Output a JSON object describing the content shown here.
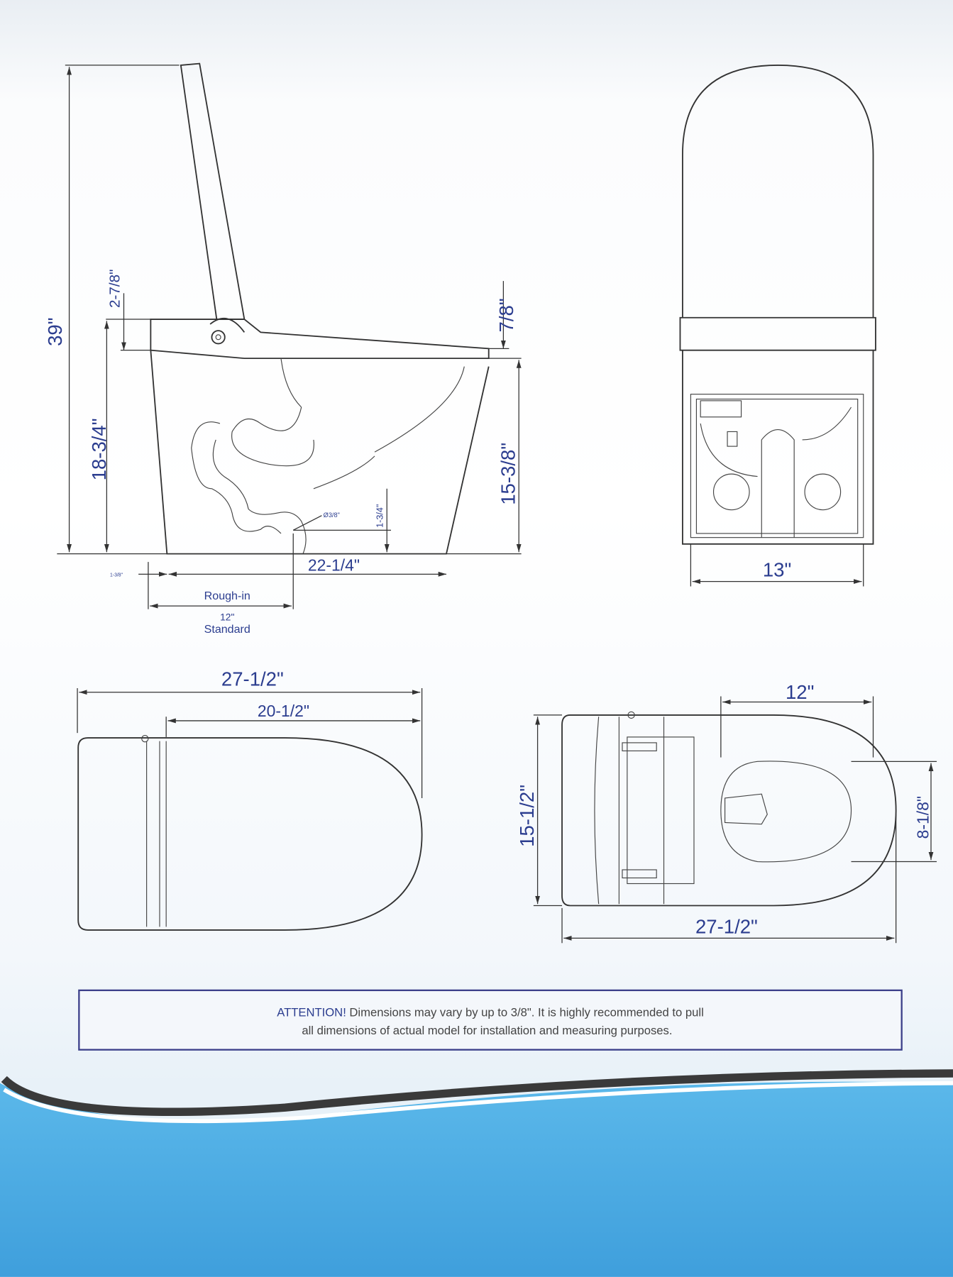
{
  "side_view": {
    "overall_height": "39\"",
    "seat_to_lid": "2-7/8\"",
    "seat_height": "18-3/4\"",
    "seat_thickness": "7/8\"",
    "bowl_height": "15-3/8\"",
    "outlet_height": "1-3/4\"",
    "outlet_diameter": "Ø3/8\"",
    "wall_offset": "1-3/8\"",
    "base_length": "22-1/4\"",
    "rough_in_label": "Rough-in",
    "rough_in_value": "12\"",
    "rough_in_note": "Standard"
  },
  "front_view": {
    "width": "13\""
  },
  "top_view": {
    "overall_length": "27-1/2\"",
    "seat_length": "20-1/2\""
  },
  "bottom_view": {
    "bowl_length": "12\"",
    "width": "15-1/2\"",
    "bowl_width": "8-1/8\"",
    "overall_length": "27-1/2\""
  },
  "notice": {
    "prefix": "ATTENTION!",
    "line1": " Dimensions may vary by up to 3/8\". It is highly recommended to pull",
    "line2": "all dimensions of actual model for installation and measuring purposes."
  },
  "colors": {
    "label": "#2b3d8f",
    "wave": "#4aaee3",
    "stripe": "#3a3a3a"
  }
}
